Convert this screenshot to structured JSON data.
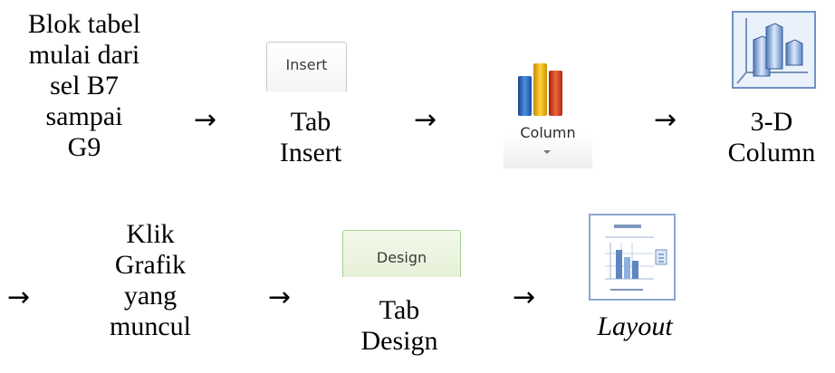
{
  "steps": {
    "step1": [
      "Blok tabel",
      "mulai dari",
      "sel B7",
      "sampai",
      "G9"
    ],
    "step2_caption": [
      "Tab",
      "Insert"
    ],
    "step3_button_label": "Column",
    "step4_caption": [
      "3-D",
      "Column"
    ],
    "step5": [
      "Klik",
      "Grafik",
      "yang",
      "muncul"
    ],
    "step6_caption": [
      "Tab",
      "Design"
    ],
    "step7_caption": "Layout"
  },
  "tabs": {
    "insert_label": "Insert",
    "design_label": "Design"
  },
  "arrow_glyph": "→",
  "icons": {
    "column_chart": "column-chart-icon",
    "three_d_column": "3d-column-chart-icon",
    "layout": "chart-layout-icon"
  },
  "colors": {
    "bar_blue": "#2f6fc5",
    "bar_yellow": "#f2b705",
    "bar_red": "#e04a24",
    "design_tab_bg": "#e6f1d8",
    "design_tab_border": "#a6cf8e",
    "icon_border": "#6f93c4"
  }
}
